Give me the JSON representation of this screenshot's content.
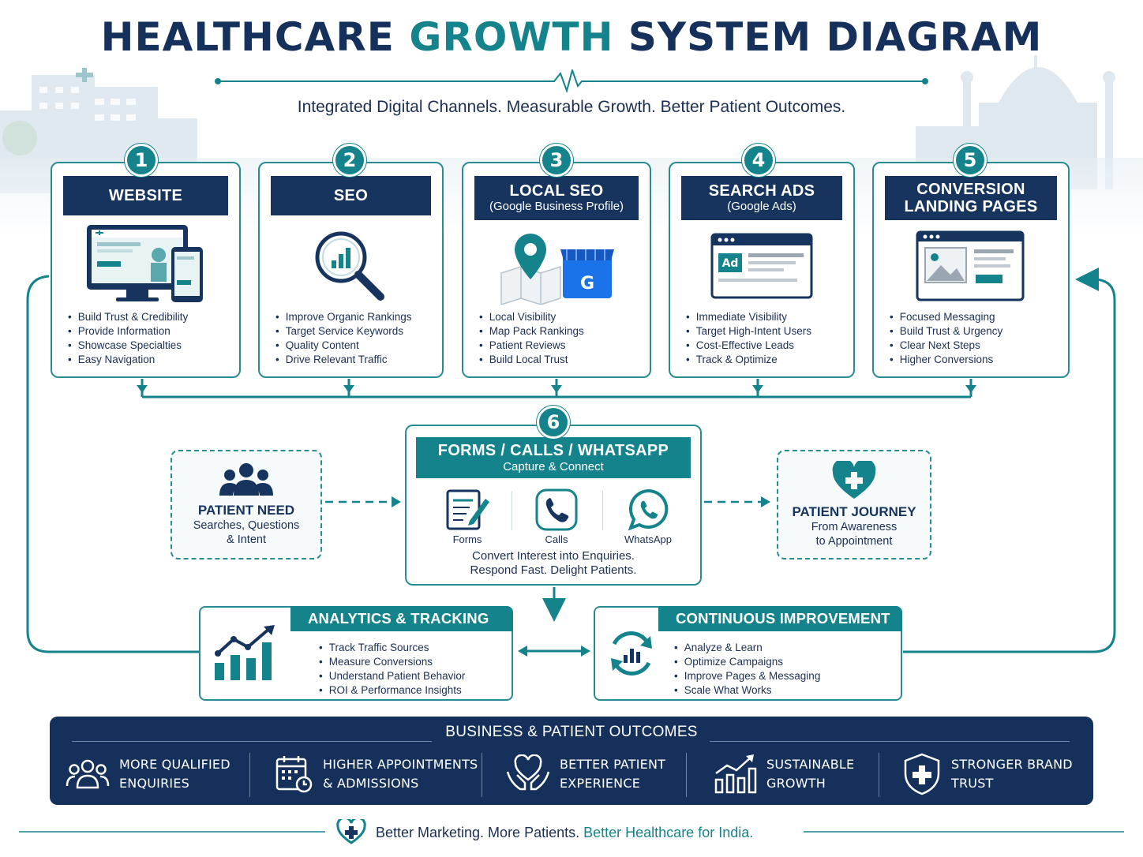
{
  "title": {
    "part1": "HEALTHCARE",
    "accent": "GROWTH",
    "part2": "SYSTEM DIAGRAM"
  },
  "subtitle": "Integrated Digital Channels. Measurable Growth. Better Patient Outcomes.",
  "colors": {
    "navy": "#16345e",
    "teal": "#14838b",
    "teal_border": "#2a8c93"
  },
  "channels": [
    {
      "number": "1",
      "title": "WEBSITE",
      "subtitle": "",
      "icon": "responsive-website-icon",
      "bullets": [
        "Build Trust & Credibility",
        "Provide Information",
        "Showcase Specialties",
        "Easy Navigation"
      ]
    },
    {
      "number": "2",
      "title": "SEO",
      "subtitle": "",
      "icon": "magnifier-chart-icon",
      "bullets": [
        "Improve Organic Rankings",
        "Target Service Keywords",
        "Quality Content",
        "Drive Relevant Traffic"
      ]
    },
    {
      "number": "3",
      "title": "LOCAL SEO",
      "subtitle": "(Google Business Profile)",
      "icon": "map-pin-store-icon",
      "bullets": [
        "Local Visibility",
        "Map Pack Rankings",
        "Patient Reviews",
        "Build Local Trust"
      ]
    },
    {
      "number": "4",
      "title": "SEARCH ADS",
      "subtitle": "(Google Ads)",
      "icon": "search-ad-icon",
      "bullets": [
        "Immediate Visibility",
        "Target High-Intent Users",
        "Cost-Effective Leads",
        "Track & Optimize"
      ]
    },
    {
      "number": "5",
      "title": "CONVERSION LANDING PAGES",
      "title_line1": "CONVERSION",
      "title_line2": "LANDING PAGES",
      "icon": "landing-page-icon",
      "bullets": [
        "Focused Messaging",
        "Build Trust & Urgency",
        "Clear Next Steps",
        "Higher Conversions"
      ]
    }
  ],
  "hub": {
    "number": "6",
    "title": "FORMS / CALLS / WHATSAPP",
    "subtitle": "Capture & Connect",
    "items": [
      {
        "label": "Forms",
        "icon": "form-icon"
      },
      {
        "label": "Calls",
        "icon": "phone-icon"
      },
      {
        "label": "WhatsApp",
        "icon": "whatsapp-icon"
      }
    ],
    "tagline1": "Convert Interest into Enquiries.",
    "tagline2": "Respond Fast. Delight Patients."
  },
  "patient_need": {
    "title": "PATIENT NEED",
    "line1": "Searches, Questions",
    "line2": "& Intent",
    "icon": "people-group-icon"
  },
  "patient_journey": {
    "title": "PATIENT JOURNEY",
    "line1": "From Awareness",
    "line2": "to Appointment",
    "icon": "heart-plus-icon"
  },
  "analytics": {
    "title": "ANALYTICS & TRACKING",
    "icon": "growth-chart-icon",
    "bullets": [
      "Track Traffic Sources",
      "Measure Conversions",
      "Understand Patient Behavior",
      "ROI & Performance Insights"
    ]
  },
  "improvement": {
    "title": "CONTINUOUS IMPROVEMENT",
    "icon": "refresh-cycle-icon",
    "bullets": [
      "Analyze & Learn",
      "Optimize Campaigns",
      "Improve Pages & Messaging",
      "Scale What Works"
    ]
  },
  "outcomes": {
    "title": "BUSINESS & PATIENT OUTCOMES",
    "items": [
      {
        "line1": "MORE QUALIFIED",
        "line2": "ENQUIRIES",
        "icon": "people-icon"
      },
      {
        "line1": "HIGHER APPOINTMENTS",
        "line2": "& ADMISSIONS",
        "icon": "calendar-icon"
      },
      {
        "line1": "BETTER PATIENT",
        "line2": "EXPERIENCE",
        "icon": "heart-hands-icon"
      },
      {
        "line1": "SUSTAINABLE",
        "line2": "GROWTH",
        "icon": "growth-bars-icon"
      },
      {
        "line1": "STRONGER BRAND",
        "line2": "TRUST",
        "icon": "shield-plus-icon"
      }
    ]
  },
  "footer": {
    "text": "Better Marketing. More Patients.",
    "highlight": "Better Healthcare for India."
  }
}
